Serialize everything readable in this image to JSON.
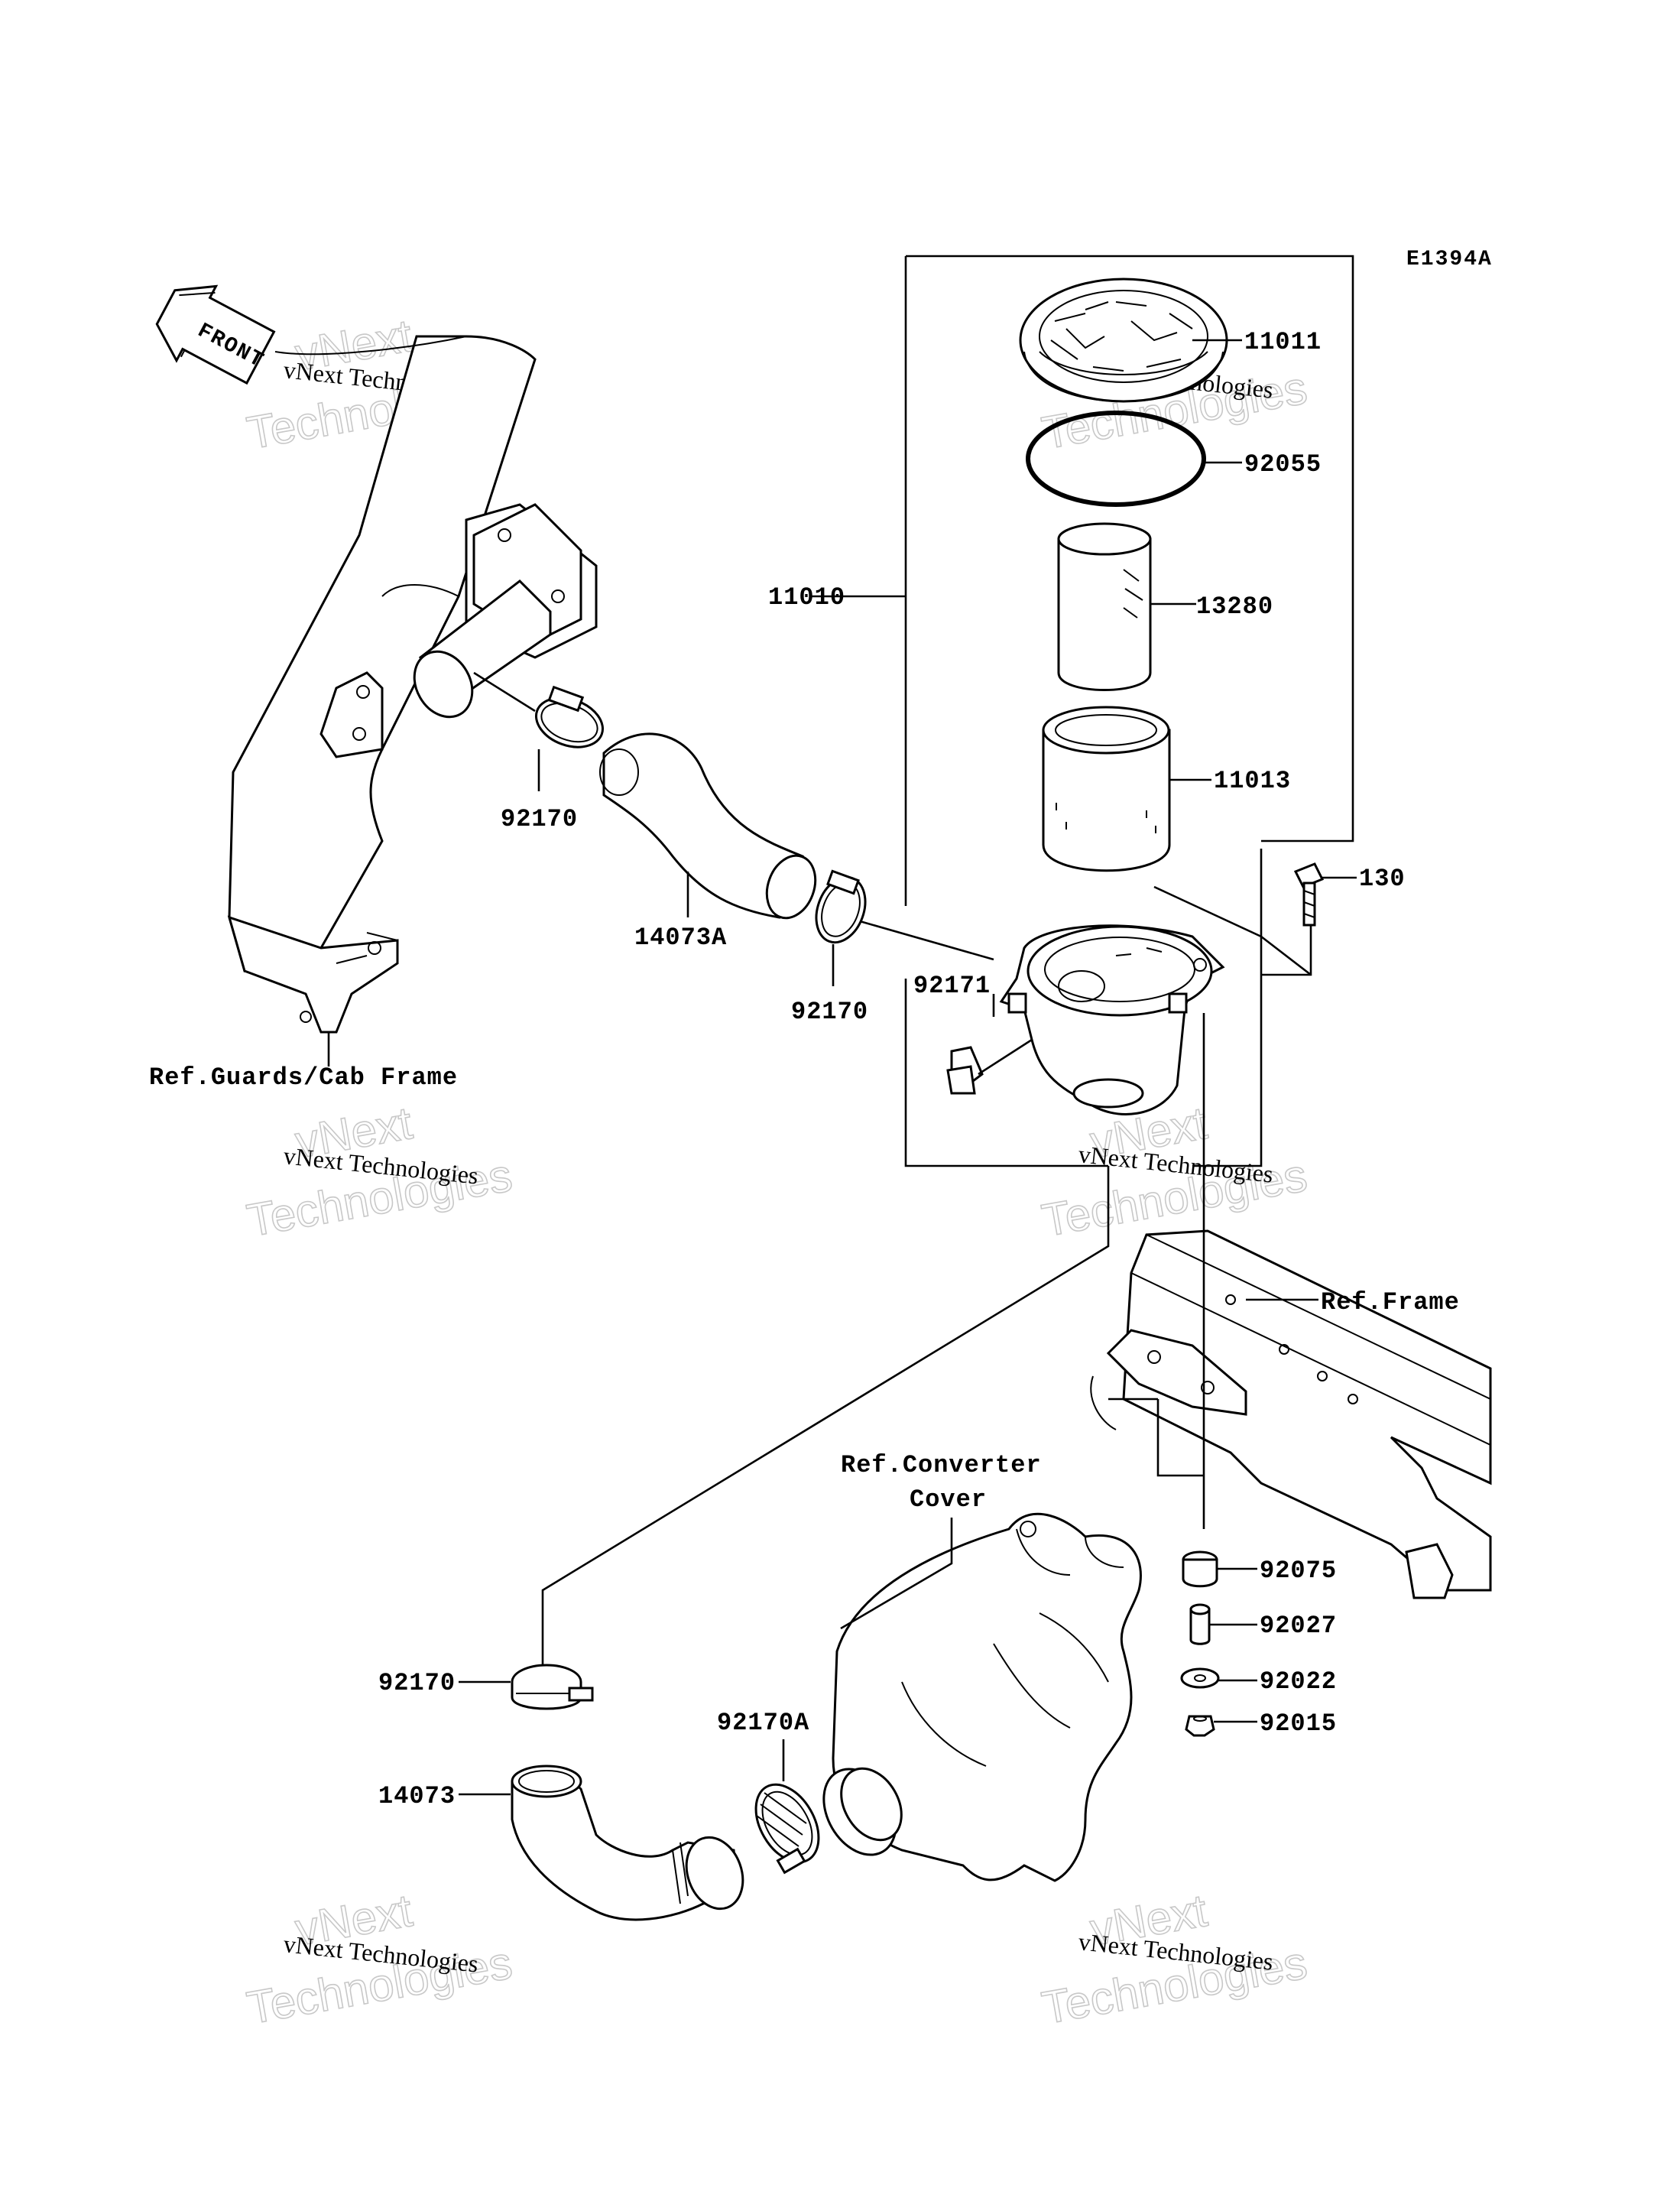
{
  "diagram_code": "E1394A",
  "front_badge": "FRONT",
  "callouts": {
    "p11011": "11011",
    "p92055": "92055",
    "p11010": "11010",
    "p13280": "13280",
    "p11013": "11013",
    "p130": "130",
    "p92170_top": "92170",
    "p14073A": "14073A",
    "p92170_mid": "92170",
    "p92171": "92171",
    "p92075": "92075",
    "p92027": "92027",
    "p92022": "92022",
    "p92015": "92015",
    "p92170_low": "92170",
    "p92170A": "92170A",
    "p14073": "14073"
  },
  "references": {
    "guards": "Ref.Guards/Cab Frame",
    "frame": "Ref.Frame",
    "converter_line1": "Ref.Converter",
    "converter_line2": "Cover"
  },
  "watermark": {
    "line1": "vNext Technologies",
    "line2": "vNext",
    "line3": "Technologies"
  }
}
